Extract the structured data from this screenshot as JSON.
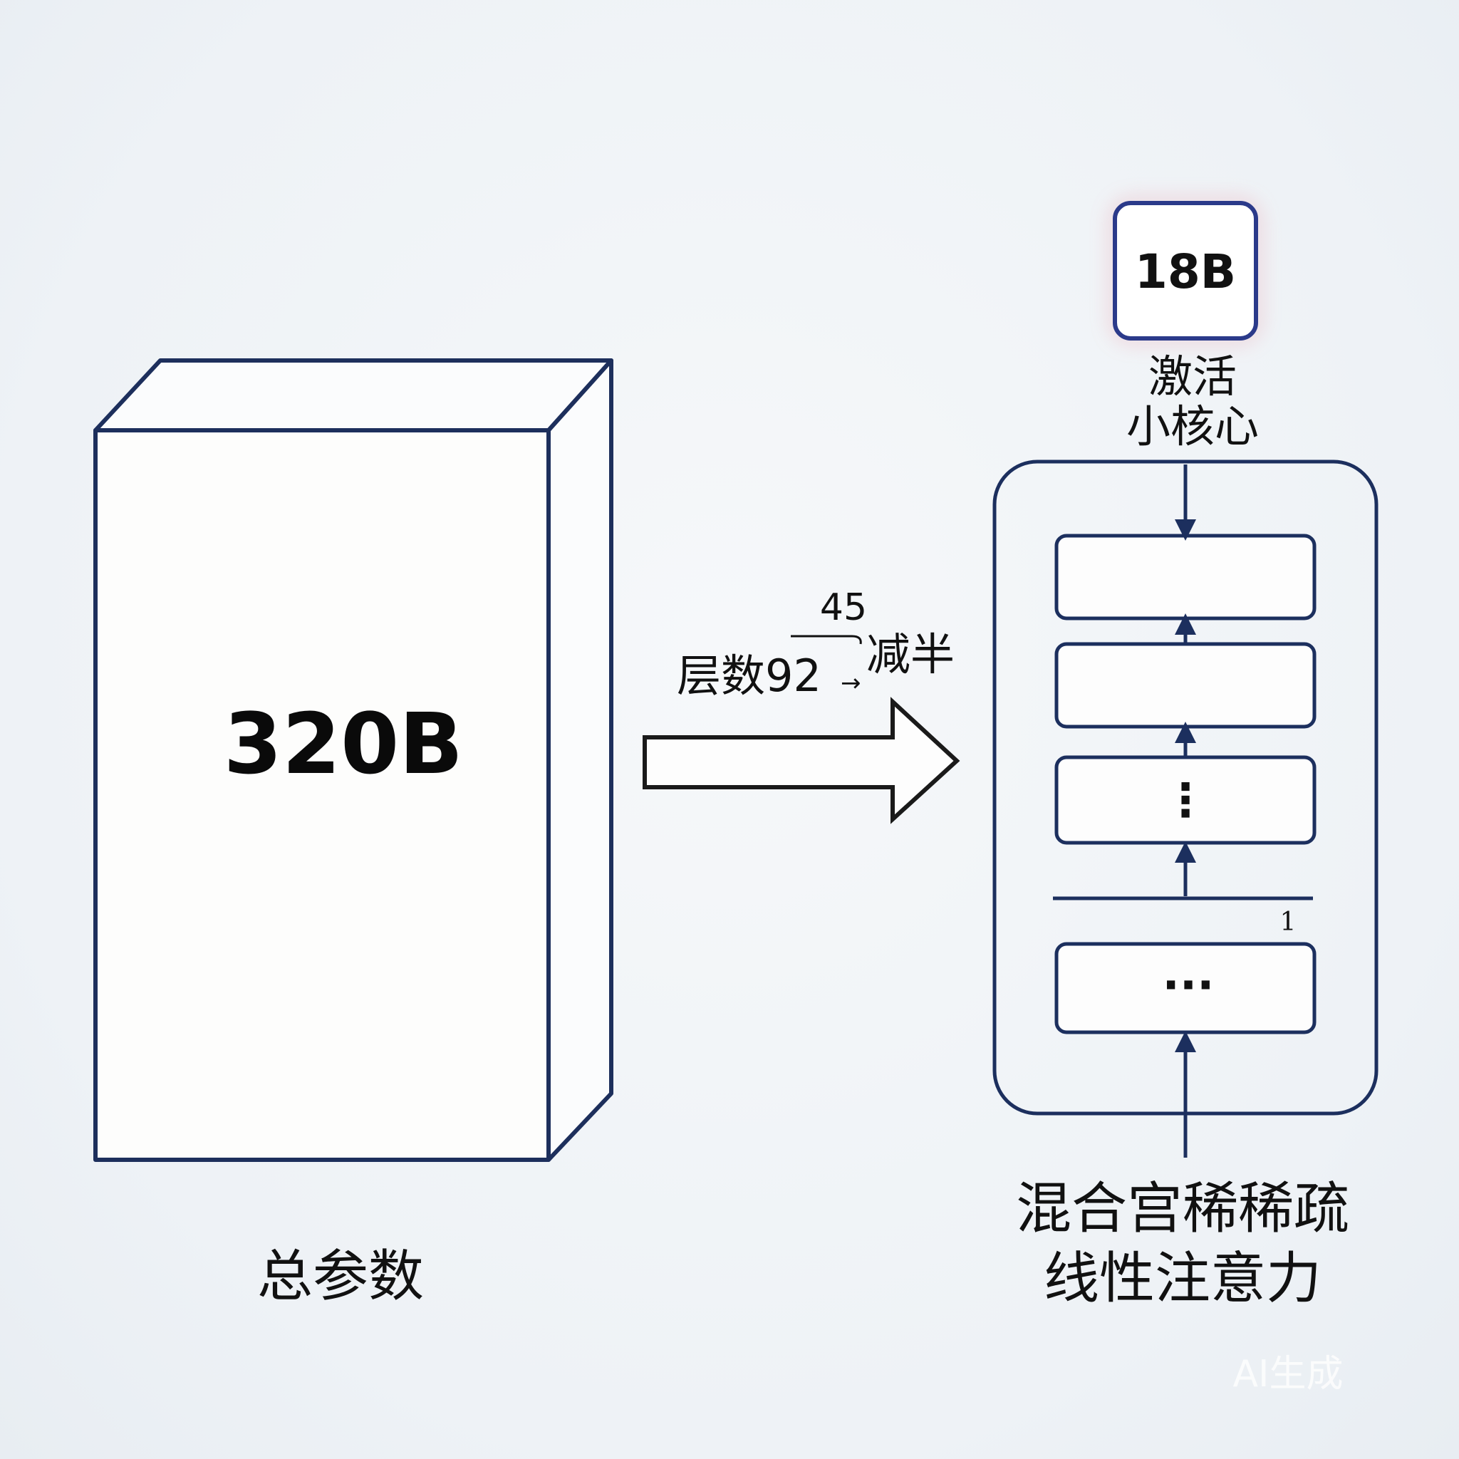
{
  "total_block": {
    "value": "320B",
    "caption": "总参数"
  },
  "transition": {
    "prefix": "层数92",
    "arrow_mark": "→",
    "new_count": "45",
    "suffix": "减半"
  },
  "active_badge": {
    "value": "18B",
    "label_line1": "激活",
    "label_line2": "小核心"
  },
  "stack": {
    "middle_dots": "⋮",
    "layer_index": "1",
    "bottom_dots": "···"
  },
  "bottom_caption": {
    "line1": "混合宫稀稀疏",
    "line2": "线性注意力"
  },
  "watermark": "AI生成",
  "colors": {
    "line": "#1c2f5e",
    "block_line": "#1d2f5c",
    "badge_glow": "#e9a3b0"
  }
}
